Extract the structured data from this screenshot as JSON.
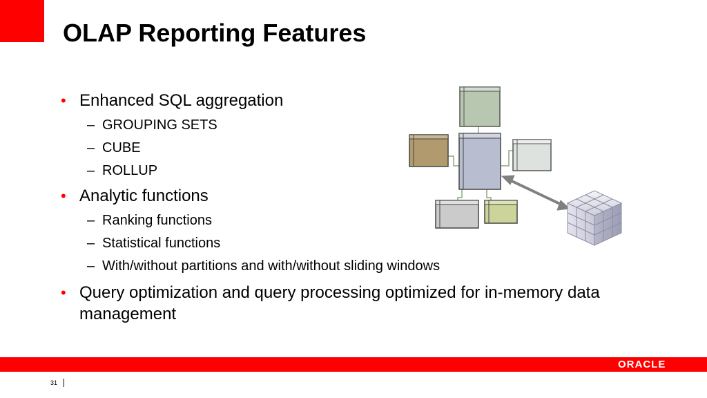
{
  "title": "OLAP Reporting Features",
  "bullets": [
    {
      "text": "Enhanced SQL aggregation",
      "sub": [
        "GROUPING SETS",
        "CUBE",
        "ROLLUP"
      ]
    },
    {
      "text": "Analytic functions",
      "sub": [
        "Ranking functions",
        "Statistical functions",
        "With/without partitions and with/without sliding windows"
      ]
    },
    {
      "text": "Query optimization and query processing optimized for in-memory data management",
      "sub": []
    }
  ],
  "footer": {
    "logo": "ORACLE",
    "page_number": "31"
  },
  "colors": {
    "accent": "#ff0000"
  },
  "diagram_icons": [
    "star-schema-icon",
    "data-cube-icon",
    "double-arrow-icon"
  ]
}
